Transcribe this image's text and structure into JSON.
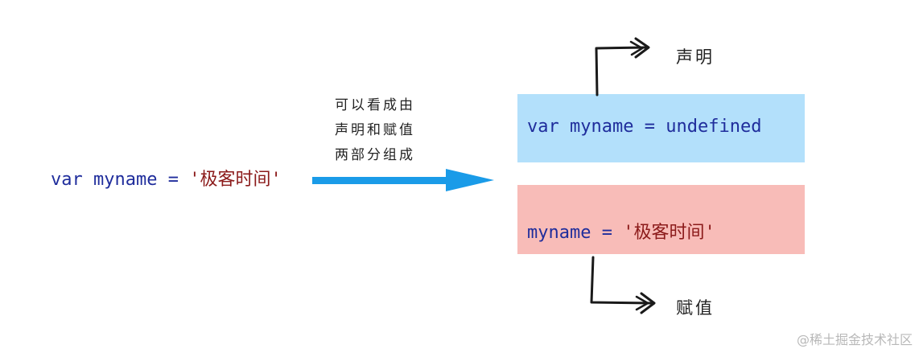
{
  "source": {
    "kw_var": "var",
    "ident": "myname",
    "eq": "=",
    "value": "'极客时间'"
  },
  "note": {
    "lines": [
      "可以看成由",
      "声明和赋值",
      "两部分组成"
    ]
  },
  "declaration": {
    "code_kw": "var",
    "code_ident": "myname",
    "code_eq": "=",
    "code_value": "undefined",
    "label": "声明"
  },
  "assignment": {
    "code_ident": "myname",
    "code_eq": "=",
    "code_value": "'极客时间'",
    "label": "赋值"
  },
  "watermark": "@稀土掘金技术社区",
  "colors": {
    "declaration_box": "#b3e0fb",
    "assignment_box": "#f8bcb8",
    "arrow": "#1a9be8",
    "keyword": "#1f2d9c",
    "string": "#8b1a1a"
  }
}
